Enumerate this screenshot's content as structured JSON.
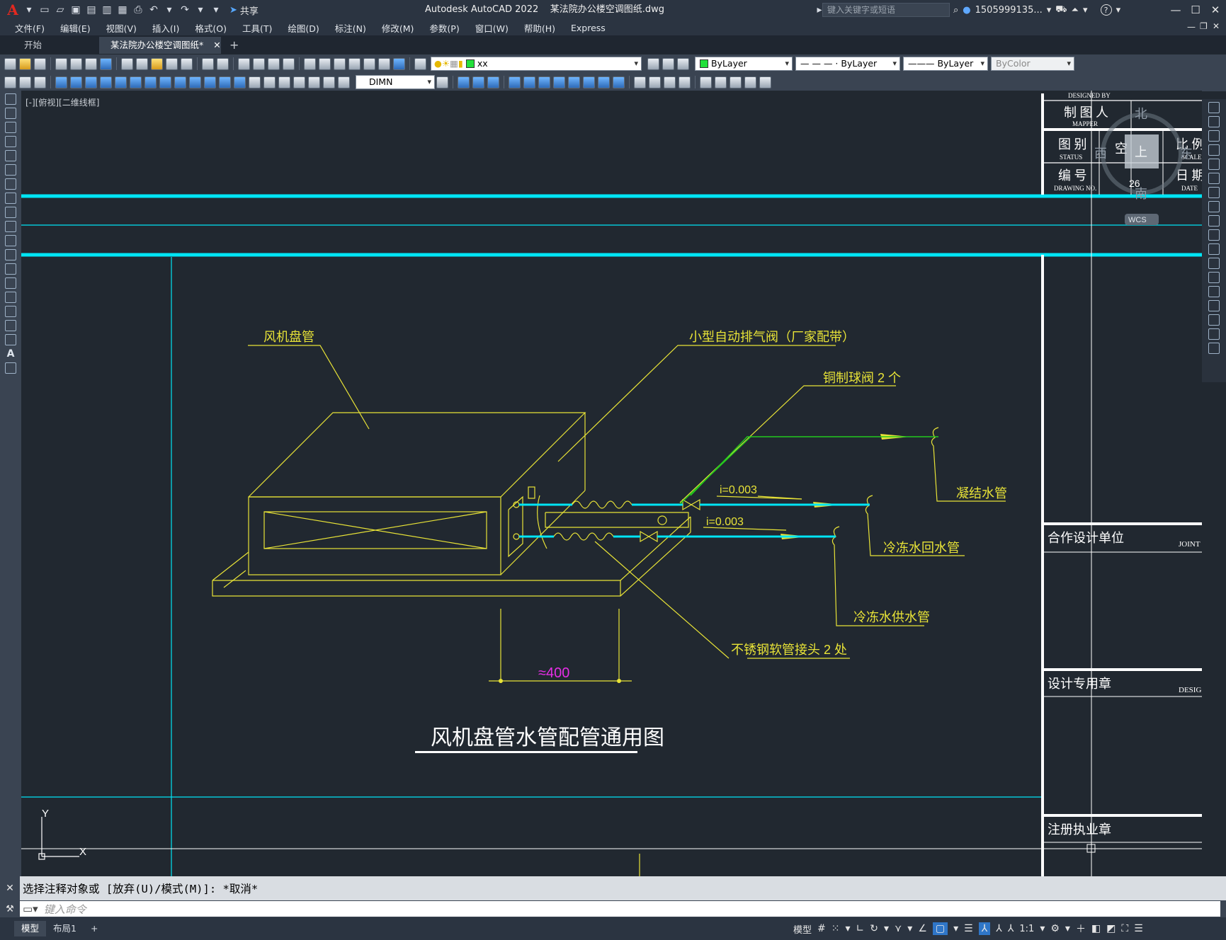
{
  "titlebar": {
    "logo": "A",
    "share_label": "共享",
    "app_title": "Autodesk AutoCAD 2022",
    "file_name": "某法院办公楼空调图纸.dwg",
    "search_placeholder": "键入关键字或短语",
    "user": "1505999135...",
    "help": "?"
  },
  "menu": [
    "文件(F)",
    "编辑(E)",
    "视图(V)",
    "插入(I)",
    "格式(O)",
    "工具(T)",
    "绘图(D)",
    "标注(N)",
    "修改(M)",
    "参数(P)",
    "窗口(W)",
    "帮助(H)",
    "Express"
  ],
  "file_tabs": {
    "start": "开始",
    "current": "某法院办公楼空调图纸*",
    "close": "✕",
    "add": "+"
  },
  "toolbar": {
    "layer_name": "xx",
    "color": "ByLayer",
    "linetype": "— — — · ByLayer",
    "lineweight": "——— ByLayer",
    "plotstyle": "ByColor",
    "dimstyle": "DIMN"
  },
  "viewport": {
    "label": "[-][俯视][二维线框]",
    "accent_colors": {
      "cyan": "#00e5f5",
      "yellow": "#e8e337",
      "green": "#22c81e",
      "magenta": "#e62ee6"
    }
  },
  "viewcube": {
    "north": "北",
    "south": "南",
    "west": "西",
    "east": "东",
    "face": "上",
    "rotation": "26",
    "wcs": "WCS"
  },
  "title_block": {
    "designed_by": "DESIGNED BY",
    "mapper_cn": "制 图 人",
    "mapper_en": "MAPPER",
    "status_cn": "图 别",
    "status_en": "STATUS",
    "status_value": "空",
    "scale_cn": "比 例",
    "scale_en": "SCALE",
    "drawing_no_cn": "编 号",
    "drawing_no_en": "DRAWING NO.",
    "date_cn": "日 期",
    "date_en": "DATE",
    "joint_cn": "合作设计单位",
    "joint_en": "JOINT",
    "design_stamp_cn": "设计专用章",
    "design_stamp_en": "DESIG",
    "reg_stamp_cn": "注册执业章"
  },
  "drawing": {
    "fan_coil": "风机盘管",
    "auto_vent": "小型自动排气阀（厂家配带）",
    "copper_valve": "铜制球阀 2 个",
    "condensate": "凝结水管",
    "slope1": "i=0.003",
    "slope2": "i=0.003",
    "chw_return": "冷冻水回水管",
    "chw_supply": "冷冻水供水管",
    "flex_joint": "不锈钢软管接头 2 处",
    "dimension": "≈400",
    "main_title": "风机盘管水管配管通用图",
    "ucs_y": "Y",
    "ucs_x": "X"
  },
  "command": {
    "history": "选择注释对象或 [放弃(U)/模式(M)]: *取消*",
    "placeholder": "键入命令"
  },
  "status": {
    "model_tab": "模型",
    "layout_tab": "布局1",
    "add": "+",
    "model_button": "模型",
    "scale": "1:1"
  }
}
